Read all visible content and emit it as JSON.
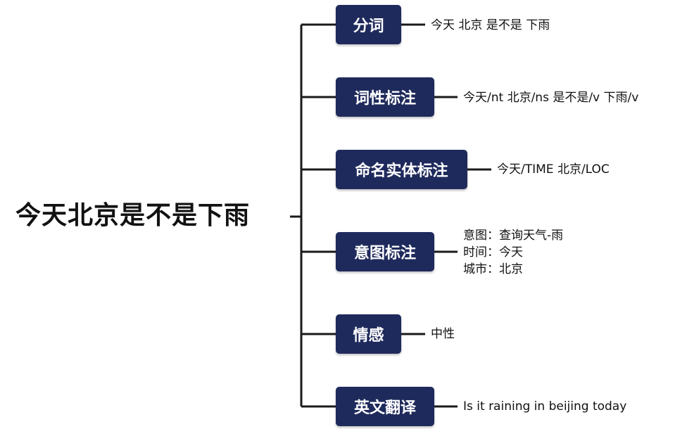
{
  "colors": {
    "node_fill": "#1f2a5c",
    "line": "#1a1a1a",
    "text": "#111111"
  },
  "root": {
    "label": "今天北京是不是下雨"
  },
  "branches": [
    {
      "label": "分词",
      "lines": [
        "今天 北京 是不是 下雨"
      ]
    },
    {
      "label": "词性标注",
      "lines": [
        "今天/nt 北京/ns 是不是/v 下雨/v"
      ]
    },
    {
      "label": "命名实体标注",
      "lines": [
        "今天/TIME 北京/LOC"
      ]
    },
    {
      "label": "意图标注",
      "lines": [
        "意图：查询天气-雨",
        "时间：今天",
        "城市：北京"
      ]
    },
    {
      "label": "情感",
      "lines": [
        "中性"
      ]
    },
    {
      "label": "英文翻译",
      "lines": [
        "Is it raining in beijing today"
      ]
    }
  ]
}
